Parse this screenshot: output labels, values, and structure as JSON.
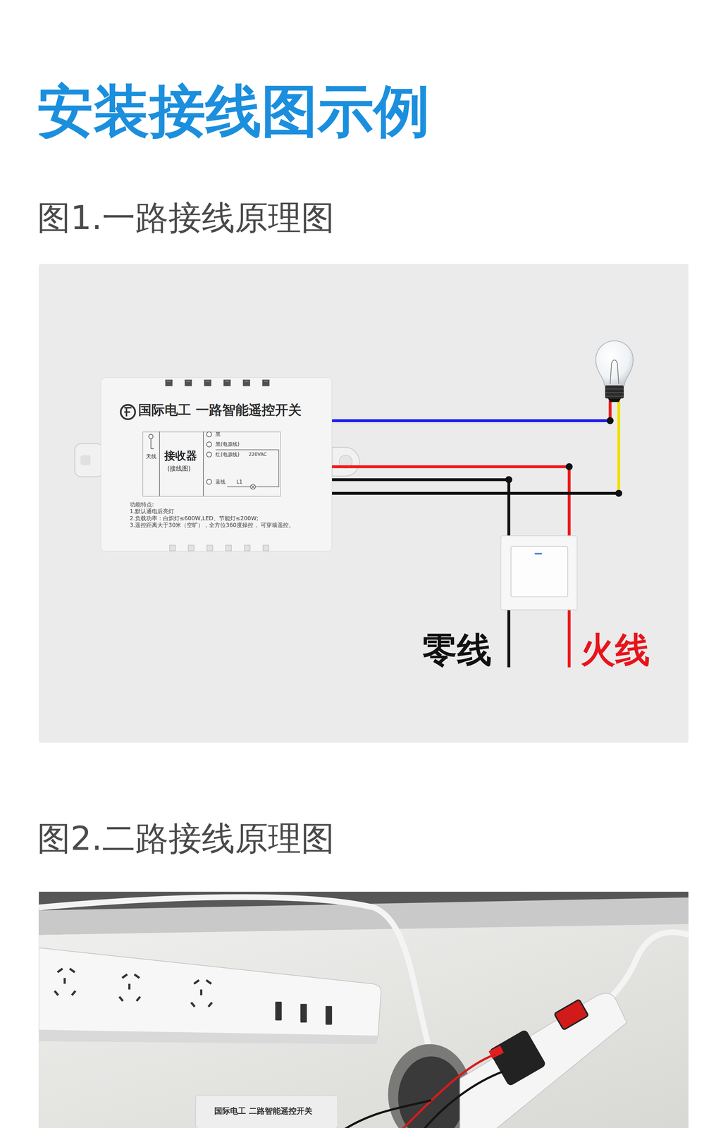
{
  "diagram": {
    "title": "安装接线图示例",
    "nodes": [
      {
        "text": [
          "国际电工 一路智能遥控开关",
          "功能特点:",
          "1.默认通电后亮灯",
          "2.负载功率：白炽灯≤600W,LED、节能灯≤200W;",
          "3.遥控距离大于30米（空旷），全方位360度操控， 可穿墙遥控。"
        ]
      },
      {
        "text": [
          "接收器",
          "(接线图)"
        ],
        "in": 0
      },
      {
        "text": [
          "国际电工 二路智能遥控开关"
        ]
      }
    ],
    "labels": [
      "图1.一路接线原理图",
      "天线",
      "黑",
      "黑(电源线)",
      "红(电源线)",
      "220VAC",
      "蓝线",
      "L1",
      "零线",
      "火线",
      "图2.二路接线原理图"
    ]
  }
}
